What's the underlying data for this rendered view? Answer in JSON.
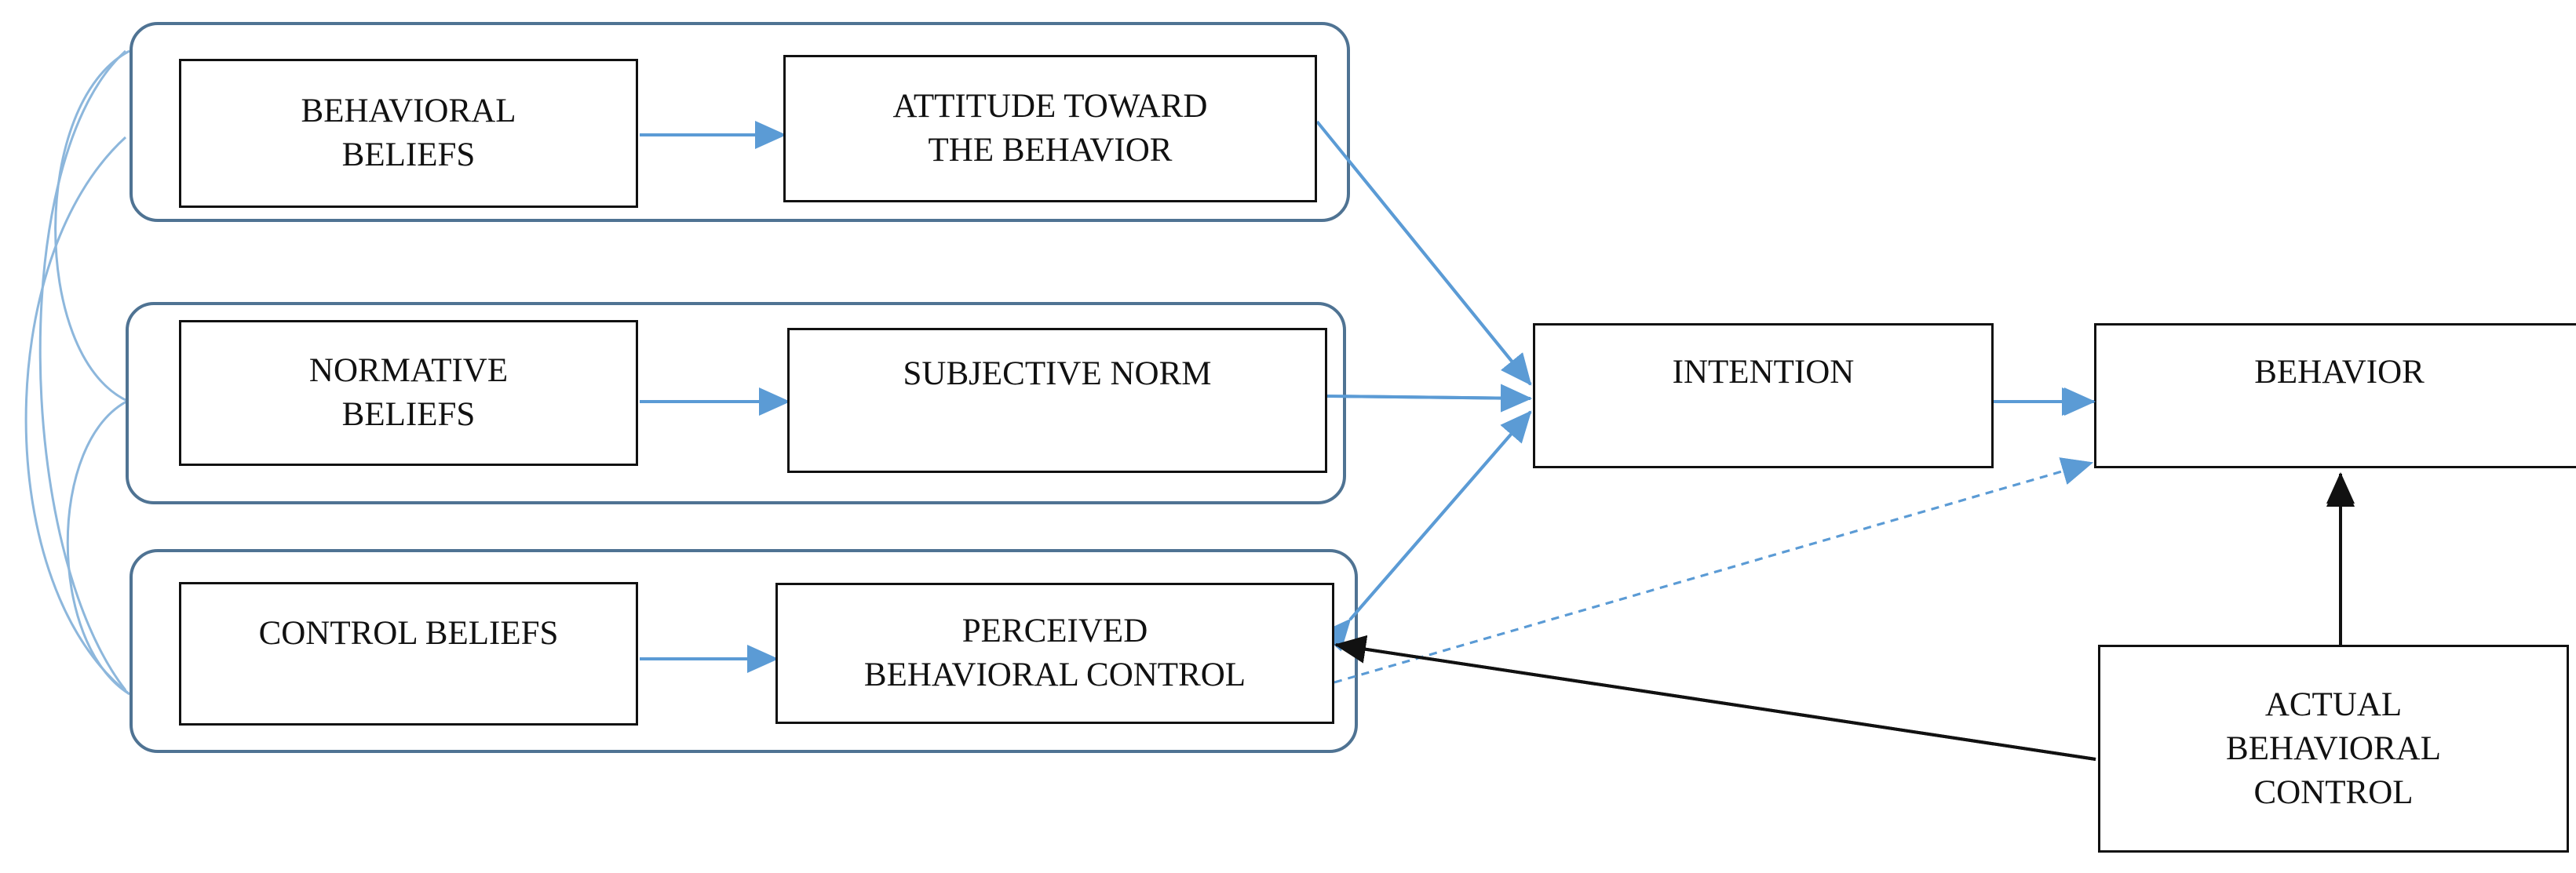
{
  "nodes": {
    "behavioral_beliefs": "BEHAVIORAL\nBELIEFS",
    "attitude": "ATTITUDE TOWARD\nTHE BEHAVIOR",
    "normative_beliefs": "NORMATIVE\nBELIEFS",
    "subjective_norm": "SUBJECTIVE NORM",
    "control_beliefs": "CONTROL BELIEFS",
    "perceived_behavioral_control": "PERCEIVED\nBEHAVIORAL CONTROL",
    "intention": "INTENTION",
    "behavior": "BEHAVIOR",
    "actual_behavioral_control": "ACTUAL\nBEHAVIORAL\nCONTROL"
  },
  "colors": {
    "group_border": "#4f7393",
    "arrow_blue": "#5b9bd5",
    "arrow_black": "#111111",
    "box_border": "#111111"
  },
  "edges": [
    {
      "from": "behavioral_beliefs",
      "to": "attitude",
      "style": "solid-blue"
    },
    {
      "from": "normative_beliefs",
      "to": "subjective_norm",
      "style": "solid-blue"
    },
    {
      "from": "control_beliefs",
      "to": "perceived_behavioral_control",
      "style": "solid-blue"
    },
    {
      "from": "attitude",
      "to": "intention",
      "style": "solid-blue"
    },
    {
      "from": "subjective_norm",
      "to": "intention",
      "style": "solid-blue"
    },
    {
      "from": "perceived_behavioral_control",
      "to": "intention",
      "style": "solid-blue-bidirectional"
    },
    {
      "from": "intention",
      "to": "behavior",
      "style": "solid-blue"
    },
    {
      "from": "perceived_behavioral_control",
      "to": "behavior",
      "style": "dashed-blue"
    },
    {
      "from": "actual_behavioral_control",
      "to": "behavior",
      "style": "solid-black"
    },
    {
      "from": "actual_behavioral_control",
      "to": "perceived_behavioral_control",
      "style": "solid-black"
    }
  ]
}
